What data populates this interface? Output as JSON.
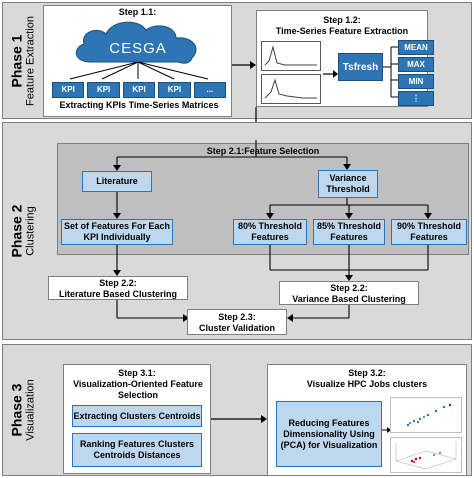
{
  "phases": [
    {
      "title": "Phase 1",
      "subtitle": "Feature Extraction"
    },
    {
      "title": "Phase 2",
      "subtitle": "Clustering"
    },
    {
      "title": "Phase 3",
      "subtitle": "Visualization"
    }
  ],
  "phase1": {
    "step11_label": "Step 1.1:",
    "cloud_label": "CESGA",
    "kpis": [
      "KPI",
      "KPI",
      "KPI",
      "KPI",
      "..."
    ],
    "step11_caption": "Extracting KPIs Time-Series Matrices",
    "step12_label": "Step 1.2:",
    "step12_title": "Time-Series Feature Extraction",
    "tool": "Tsfresh",
    "features": [
      "MEAN",
      "MAX",
      "MIN",
      "⋮"
    ]
  },
  "phase2": {
    "step21_title": "Step 2.1:Feature Selection",
    "literature": "Literature",
    "variance_threshold": "Variance Threshold",
    "features_per_kpi": "Set of Features For Each KPI Individually",
    "thr80": "80% Threshold Features",
    "thr85": "85% Threshold Features",
    "thr90": "90% Threshold Features",
    "step22a_label": "Step 2.2:",
    "step22a_text": "Literature Based Clustering",
    "step22b_label": "Step 2.2:",
    "step22b_text": "Variance  Based Clustering",
    "step23_label": "Step 2.3:",
    "step23_text": "Cluster Validation"
  },
  "phase3": {
    "step31_label": "Step 3.1:",
    "step31_title": "Visualization-Oriented  Feature Selection",
    "centroids": "Extracting Clusters Centroids",
    "ranking": "Ranking Features Clusters Centroids Distances",
    "step32_label": "Step 3.2:",
    "step32_title": "Visualize  HPC Jobs clusters",
    "pca": "Reducing Features Dimensionality Using (PCA) for Visualization"
  },
  "colors": {
    "accent": "#2e75b6",
    "light": "#bdd7ee",
    "panel": "#d9d9d9"
  }
}
